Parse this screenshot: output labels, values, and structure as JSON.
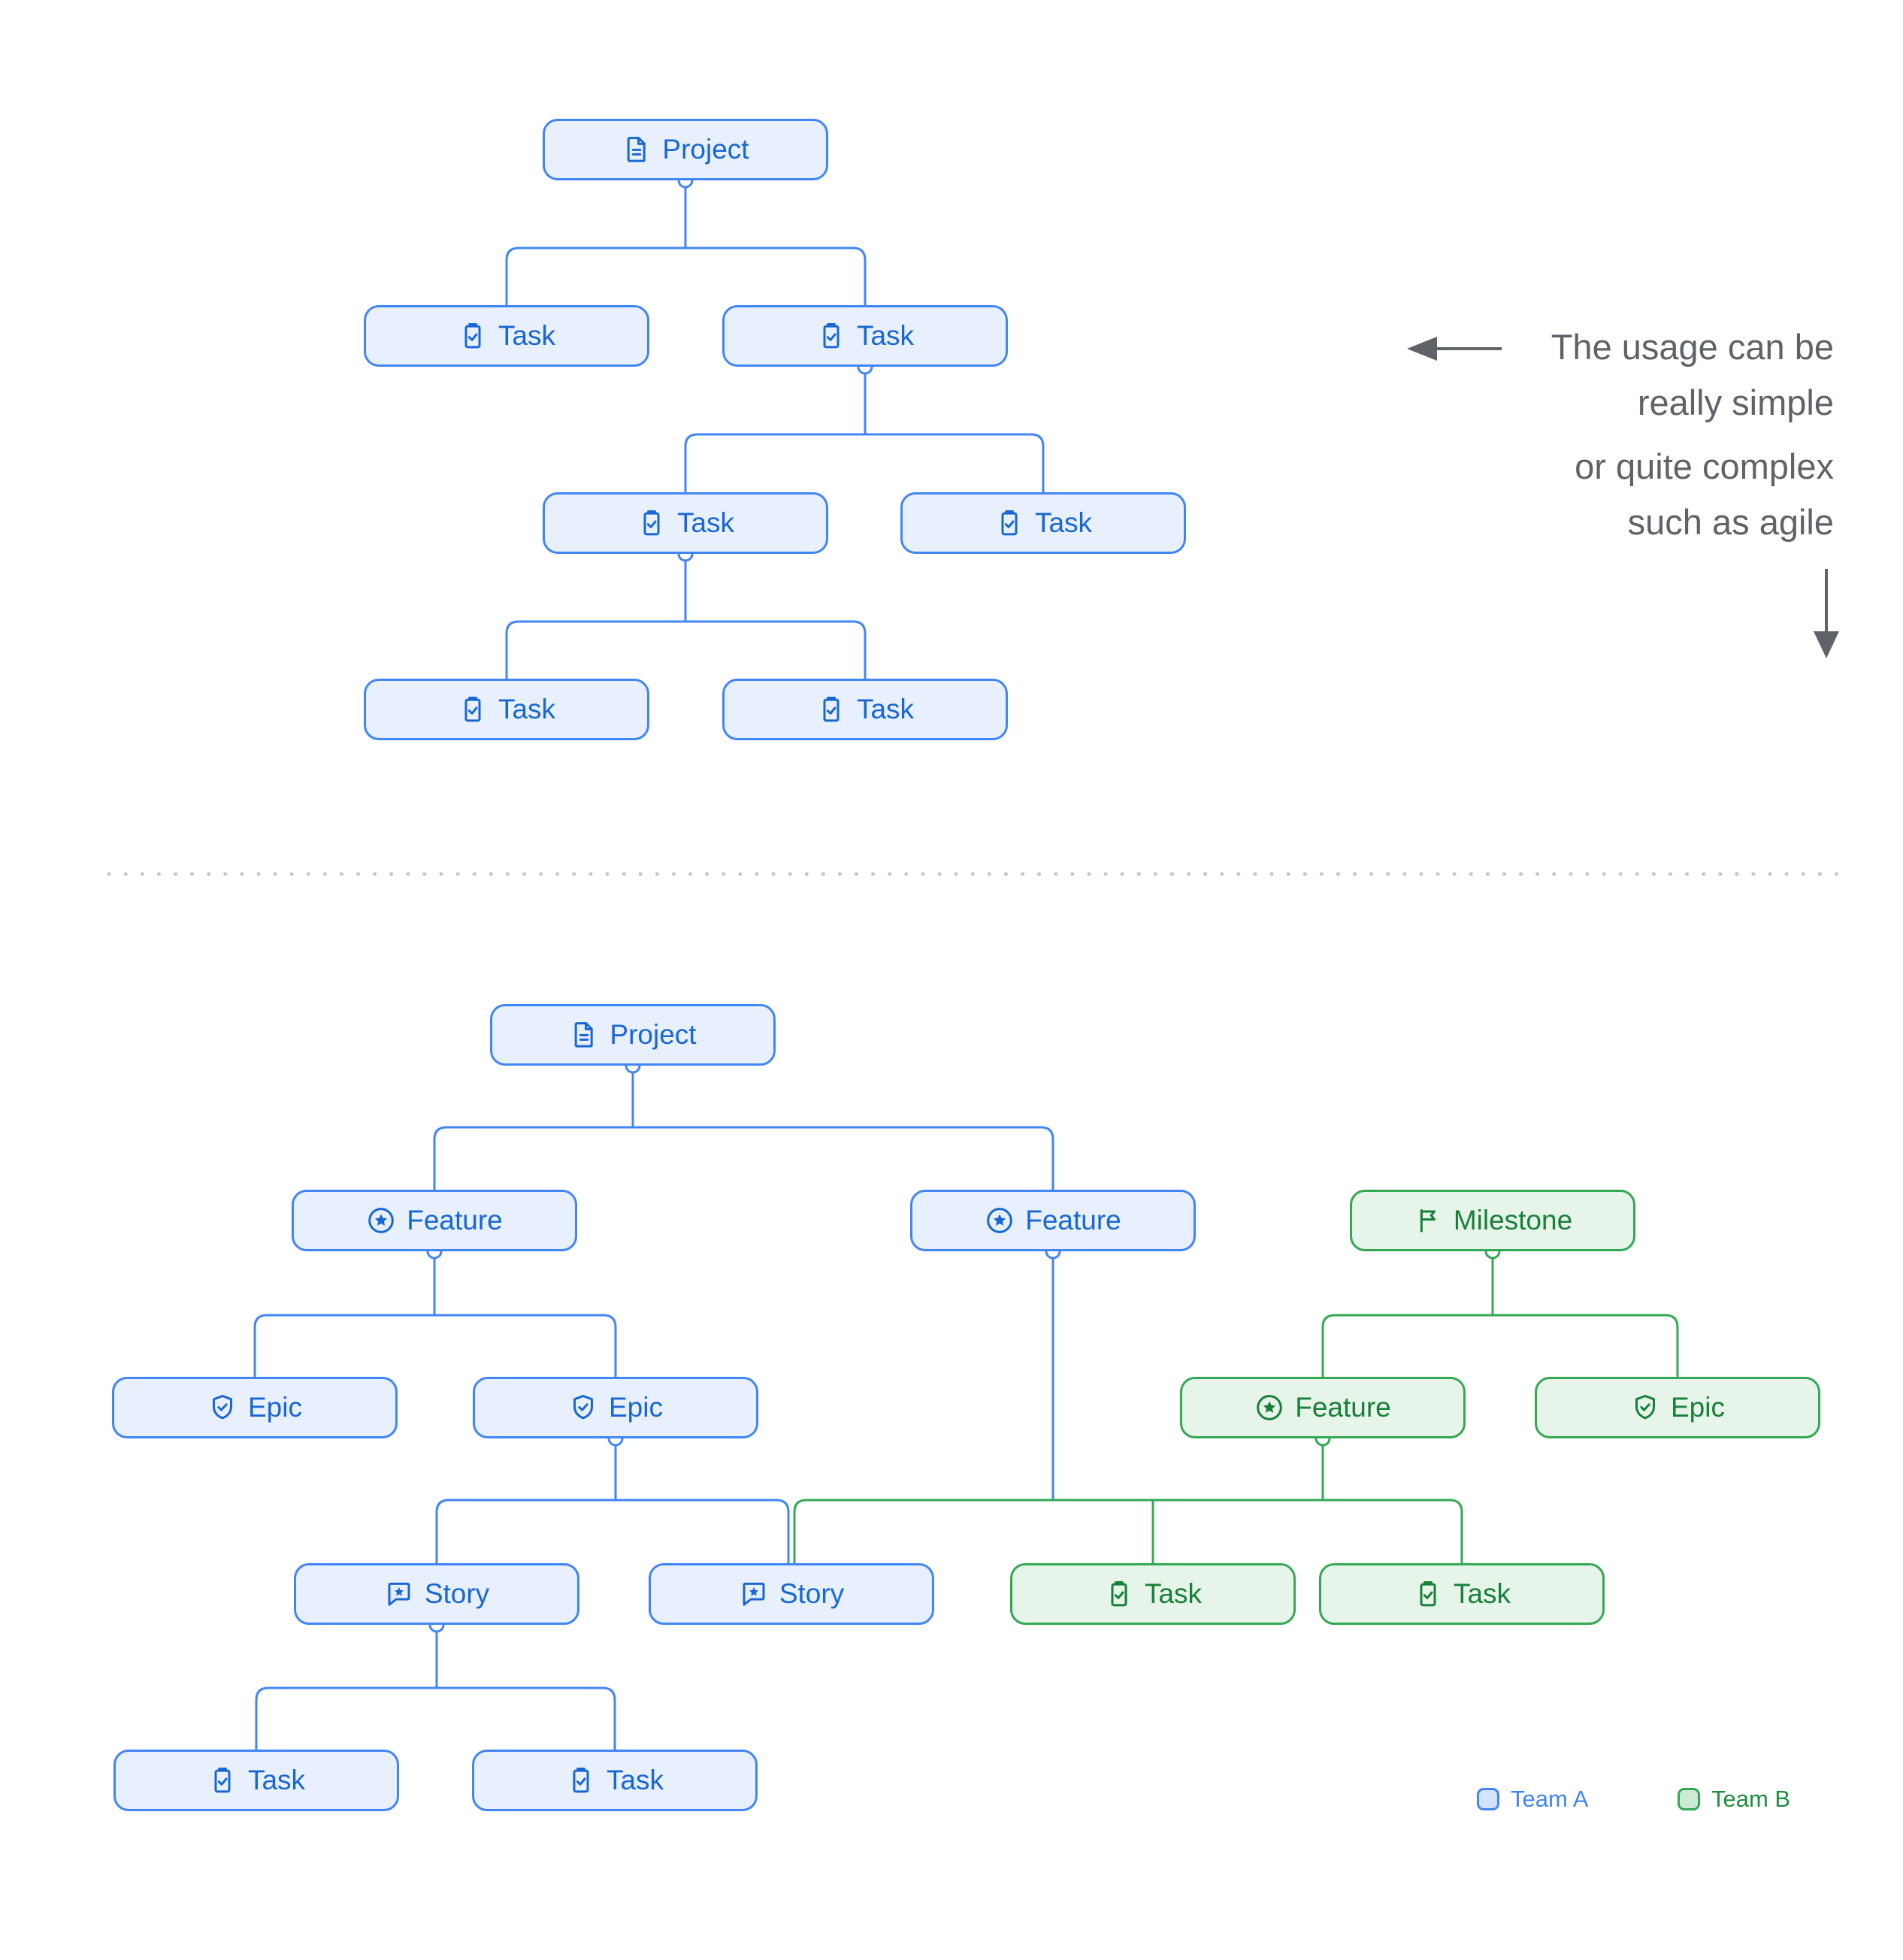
{
  "colors": {
    "team_a_border": "#4285f4",
    "team_a_fill": "#e8f0fe",
    "team_a_text": "#1967d2",
    "team_b_border": "#34a853",
    "team_b_fill": "#e6f4ea",
    "team_b_text": "#188038",
    "annotation_gray": "#5f6368"
  },
  "annotation": {
    "line1": "The usage can be",
    "line2": "really simple",
    "line3": "or quite complex",
    "line4": "such as agile"
  },
  "legend": {
    "team_a_label": "Team A",
    "team_b_label": "Team B"
  },
  "simple_tree": {
    "nodes": [
      {
        "label": "Project",
        "icon": "document-icon",
        "team": "A"
      },
      {
        "label": "Task",
        "icon": "task-icon",
        "team": "A"
      },
      {
        "label": "Task",
        "icon": "task-icon",
        "team": "A"
      },
      {
        "label": "Task",
        "icon": "task-icon",
        "team": "A"
      },
      {
        "label": "Task",
        "icon": "task-icon",
        "team": "A"
      },
      {
        "label": "Task",
        "icon": "task-icon",
        "team": "A"
      },
      {
        "label": "Task",
        "icon": "task-icon",
        "team": "A"
      }
    ]
  },
  "complex_tree": {
    "nodes": [
      {
        "label": "Project",
        "icon": "document-icon",
        "team": "A"
      },
      {
        "label": "Feature",
        "icon": "feature-icon",
        "team": "A"
      },
      {
        "label": "Feature",
        "icon": "feature-icon",
        "team": "A"
      },
      {
        "label": "Milestone",
        "icon": "milestone-flag-icon",
        "team": "B"
      },
      {
        "label": "Epic",
        "icon": "epic-shield-icon",
        "team": "A"
      },
      {
        "label": "Epic",
        "icon": "epic-shield-icon",
        "team": "A"
      },
      {
        "label": "Feature",
        "icon": "feature-icon",
        "team": "B"
      },
      {
        "label": "Epic",
        "icon": "epic-shield-icon",
        "team": "B"
      },
      {
        "label": "Story",
        "icon": "story-icon",
        "team": "A"
      },
      {
        "label": "Story",
        "icon": "story-icon",
        "team": "A"
      },
      {
        "label": "Task",
        "icon": "task-icon",
        "team": "B"
      },
      {
        "label": "Task",
        "icon": "task-icon",
        "team": "B"
      },
      {
        "label": "Task",
        "icon": "task-icon",
        "team": "A"
      },
      {
        "label": "Task",
        "icon": "task-icon",
        "team": "A"
      }
    ]
  }
}
